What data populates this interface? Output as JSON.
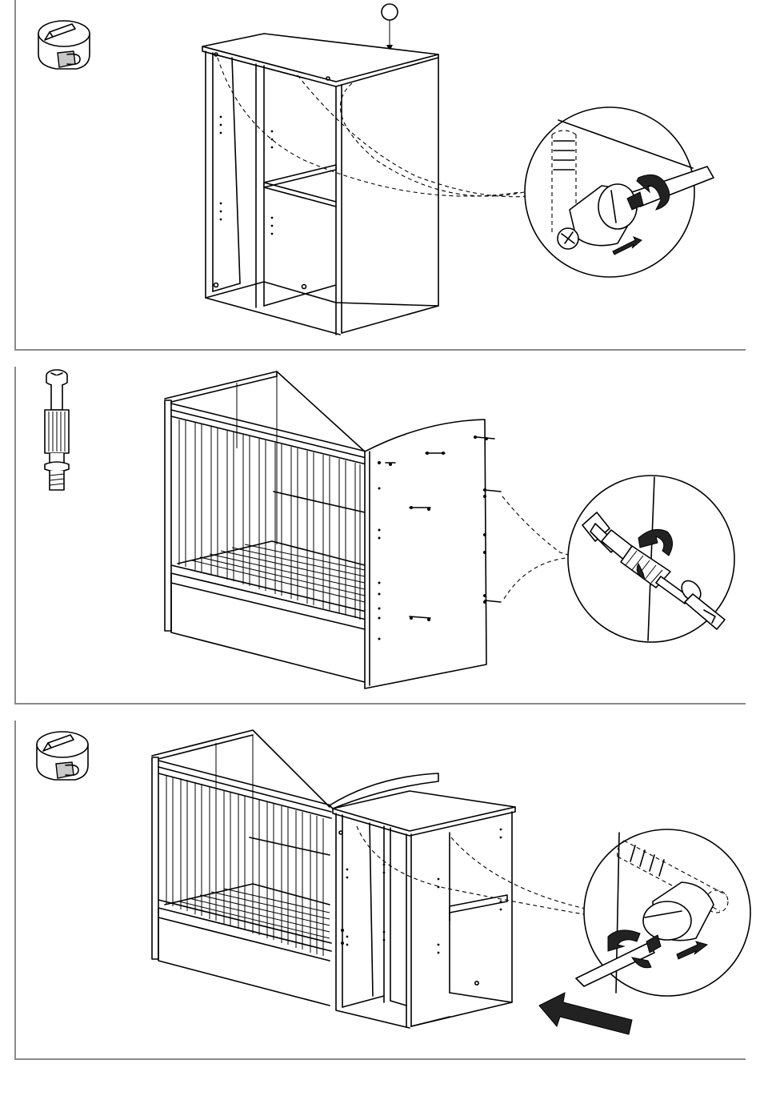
{
  "document": {
    "type": "assembly-instructions",
    "steps": [
      {
        "id": "step-1",
        "hardware_icon": "cam-lock-icon",
        "detail_icon": "cam-lock-tightening-detail-icon",
        "marker_label": ""
      },
      {
        "id": "step-2",
        "hardware_icon": "cam-bolt-dowel-icon",
        "detail_icon": "dowel-screwing-detail-icon"
      },
      {
        "id": "step-3",
        "hardware_icon": "cam-lock-icon",
        "detail_icon": "cam-lock-tightening-detail-icon",
        "direction_icon": "push-arrow-icon"
      }
    ],
    "colors": {
      "line": "#000000",
      "frame": "#8a8a8a",
      "background": "#ffffff"
    }
  }
}
